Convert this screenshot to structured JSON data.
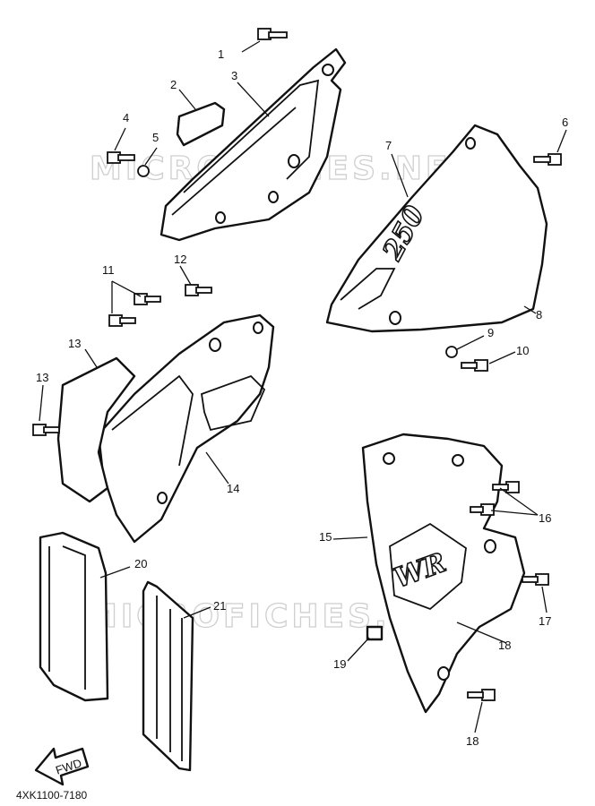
{
  "watermark": "MICROFICHES.NET",
  "diagram_code": "4XK1100-7180",
  "fwd_label": "FWD",
  "decals": {
    "displacement": "250",
    "model": "WR"
  },
  "callouts": [
    "1",
    "2",
    "3",
    "4",
    "5",
    "6",
    "7",
    "8",
    "9",
    "10",
    "11",
    "12",
    "13",
    "13",
    "14",
    "15",
    "16",
    "17",
    "18",
    "18",
    "19",
    "20",
    "21"
  ]
}
